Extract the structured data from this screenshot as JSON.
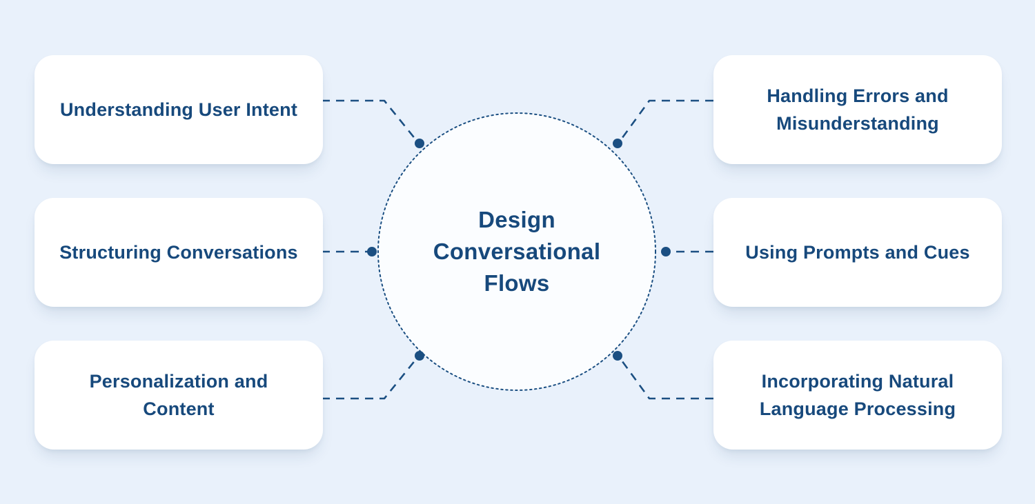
{
  "diagram": {
    "center": {
      "title": "Design Conversational Flows"
    },
    "nodes": [
      {
        "id": "understanding-user-intent",
        "label": "Understanding User Intent",
        "side": "left",
        "row": "top"
      },
      {
        "id": "structuring-conversations",
        "label": "Structuring Conversations",
        "side": "left",
        "row": "middle"
      },
      {
        "id": "personalization-and-content",
        "label": "Personalization and Content",
        "side": "left",
        "row": "bottom"
      },
      {
        "id": "handling-errors-and-misunderstanding",
        "label": "Handling Errors and Misunderstanding",
        "side": "right",
        "row": "top"
      },
      {
        "id": "using-prompts-and-cues",
        "label": "Using Prompts and Cues",
        "side": "right",
        "row": "middle"
      },
      {
        "id": "incorporating-natural-language-processing",
        "label": "Incorporating Natural Language Processing",
        "side": "right",
        "row": "bottom"
      }
    ]
  },
  "colors": {
    "bg": "#e9f1fb",
    "card": "#ffffff",
    "navy": "#17497c",
    "line": "#1b4f82",
    "circlefill": "#fbfdff"
  }
}
